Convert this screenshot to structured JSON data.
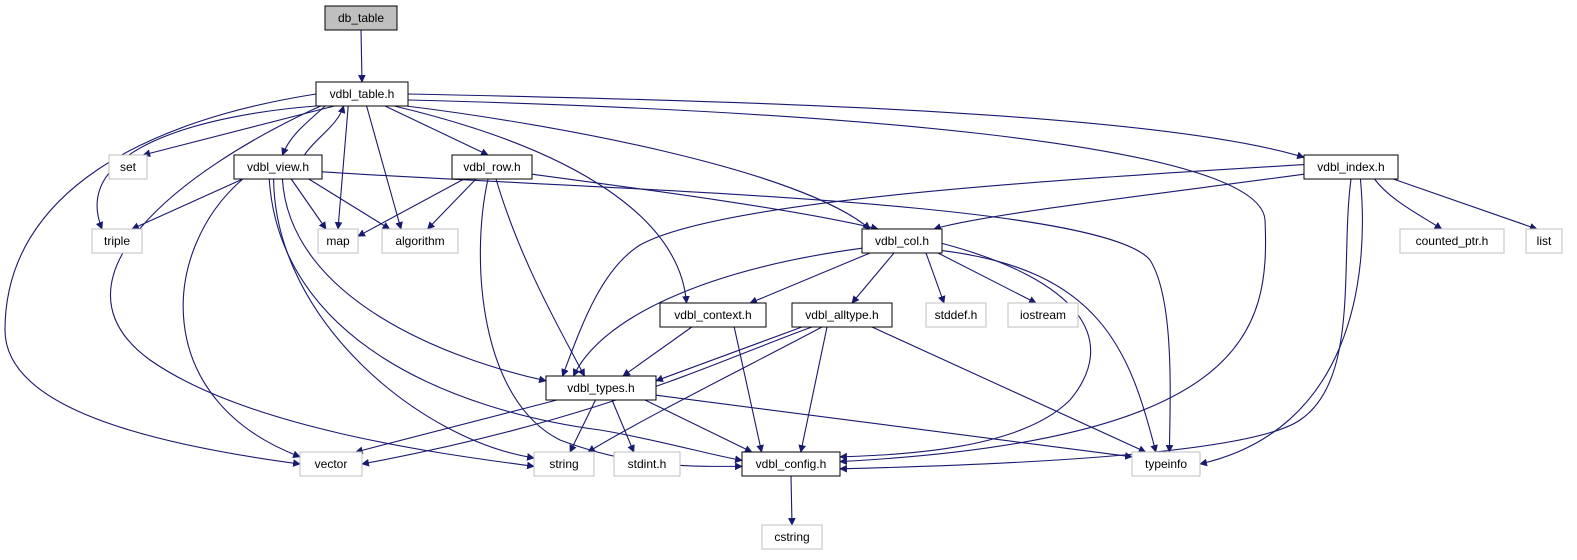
{
  "nodes": {
    "db_table": {
      "label": "db_table",
      "kind": "root"
    },
    "vdbl_table": {
      "label": "vdbl_table.h",
      "kind": "internal"
    },
    "set": {
      "label": "set",
      "kind": "external"
    },
    "vdbl_view": {
      "label": "vdbl_view.h",
      "kind": "internal"
    },
    "vdbl_row": {
      "label": "vdbl_row.h",
      "kind": "internal"
    },
    "vdbl_index": {
      "label": "vdbl_index.h",
      "kind": "internal"
    },
    "triple": {
      "label": "triple",
      "kind": "external"
    },
    "map": {
      "label": "map",
      "kind": "external"
    },
    "algorithm": {
      "label": "algorithm",
      "kind": "external"
    },
    "vdbl_col": {
      "label": "vdbl_col.h",
      "kind": "internal"
    },
    "counted_ptr": {
      "label": "counted_ptr.h",
      "kind": "external"
    },
    "list": {
      "label": "list",
      "kind": "external"
    },
    "vdbl_context": {
      "label": "vdbl_context.h",
      "kind": "internal"
    },
    "vdbl_alltype": {
      "label": "vdbl_alltype.h",
      "kind": "internal"
    },
    "stddef": {
      "label": "stddef.h",
      "kind": "external"
    },
    "iostream": {
      "label": "iostream",
      "kind": "external"
    },
    "vdbl_types": {
      "label": "vdbl_types.h",
      "kind": "internal"
    },
    "vector": {
      "label": "vector",
      "kind": "external"
    },
    "string": {
      "label": "string",
      "kind": "external"
    },
    "stdint": {
      "label": "stdint.h",
      "kind": "external"
    },
    "vdbl_config": {
      "label": "vdbl_config.h",
      "kind": "internal"
    },
    "typeinfo": {
      "label": "typeinfo",
      "kind": "external"
    },
    "cstring": {
      "label": "cstring",
      "kind": "external"
    }
  },
  "edges": [
    [
      "db_table",
      "vdbl_table"
    ],
    [
      "vdbl_table",
      "set"
    ],
    [
      "vdbl_table",
      "vdbl_view"
    ],
    [
      "vdbl_table",
      "vdbl_row"
    ],
    [
      "vdbl_table",
      "vdbl_index"
    ],
    [
      "vdbl_table",
      "triple"
    ],
    [
      "vdbl_table",
      "map"
    ],
    [
      "vdbl_table",
      "algorithm"
    ],
    [
      "vdbl_table",
      "vdbl_col"
    ],
    [
      "vdbl_table",
      "vdbl_context"
    ],
    [
      "vdbl_table",
      "vector"
    ],
    [
      "vdbl_table",
      "string"
    ],
    [
      "vdbl_table",
      "vdbl_config"
    ],
    [
      "vdbl_view",
      "vdbl_table"
    ],
    [
      "vdbl_view",
      "triple"
    ],
    [
      "vdbl_view",
      "map"
    ],
    [
      "vdbl_view",
      "algorithm"
    ],
    [
      "vdbl_view",
      "vector"
    ],
    [
      "vdbl_view",
      "vdbl_types"
    ],
    [
      "vdbl_view",
      "vdbl_config"
    ],
    [
      "vdbl_view",
      "string"
    ],
    [
      "vdbl_view",
      "typeinfo"
    ],
    [
      "vdbl_row",
      "map"
    ],
    [
      "vdbl_row",
      "algorithm"
    ],
    [
      "vdbl_row",
      "vdbl_col"
    ],
    [
      "vdbl_row",
      "vdbl_types"
    ],
    [
      "vdbl_row",
      "vdbl_config"
    ],
    [
      "vdbl_index",
      "vdbl_col"
    ],
    [
      "vdbl_index",
      "counted_ptr"
    ],
    [
      "vdbl_index",
      "list"
    ],
    [
      "vdbl_index",
      "vdbl_types"
    ],
    [
      "vdbl_index",
      "vdbl_config"
    ],
    [
      "vdbl_index",
      "typeinfo"
    ],
    [
      "vdbl_col",
      "vdbl_context"
    ],
    [
      "vdbl_col",
      "vdbl_alltype"
    ],
    [
      "vdbl_col",
      "stddef"
    ],
    [
      "vdbl_col",
      "iostream"
    ],
    [
      "vdbl_col",
      "vdbl_types"
    ],
    [
      "vdbl_col",
      "vdbl_config"
    ],
    [
      "vdbl_col",
      "typeinfo"
    ],
    [
      "vdbl_context",
      "vdbl_types"
    ],
    [
      "vdbl_context",
      "vdbl_config"
    ],
    [
      "vdbl_alltype",
      "vdbl_types"
    ],
    [
      "vdbl_alltype",
      "vector"
    ],
    [
      "vdbl_alltype",
      "string"
    ],
    [
      "vdbl_alltype",
      "vdbl_config"
    ],
    [
      "vdbl_alltype",
      "typeinfo"
    ],
    [
      "vdbl_types",
      "vector"
    ],
    [
      "vdbl_types",
      "string"
    ],
    [
      "vdbl_types",
      "stdint"
    ],
    [
      "vdbl_types",
      "vdbl_config"
    ],
    [
      "vdbl_types",
      "typeinfo"
    ],
    [
      "vdbl_config",
      "cstring"
    ]
  ],
  "colors": {
    "edge": "#191970",
    "root_fill": "#bfbfbf",
    "external_stroke": "#bfbfbf",
    "internal_stroke": "#000000"
  }
}
